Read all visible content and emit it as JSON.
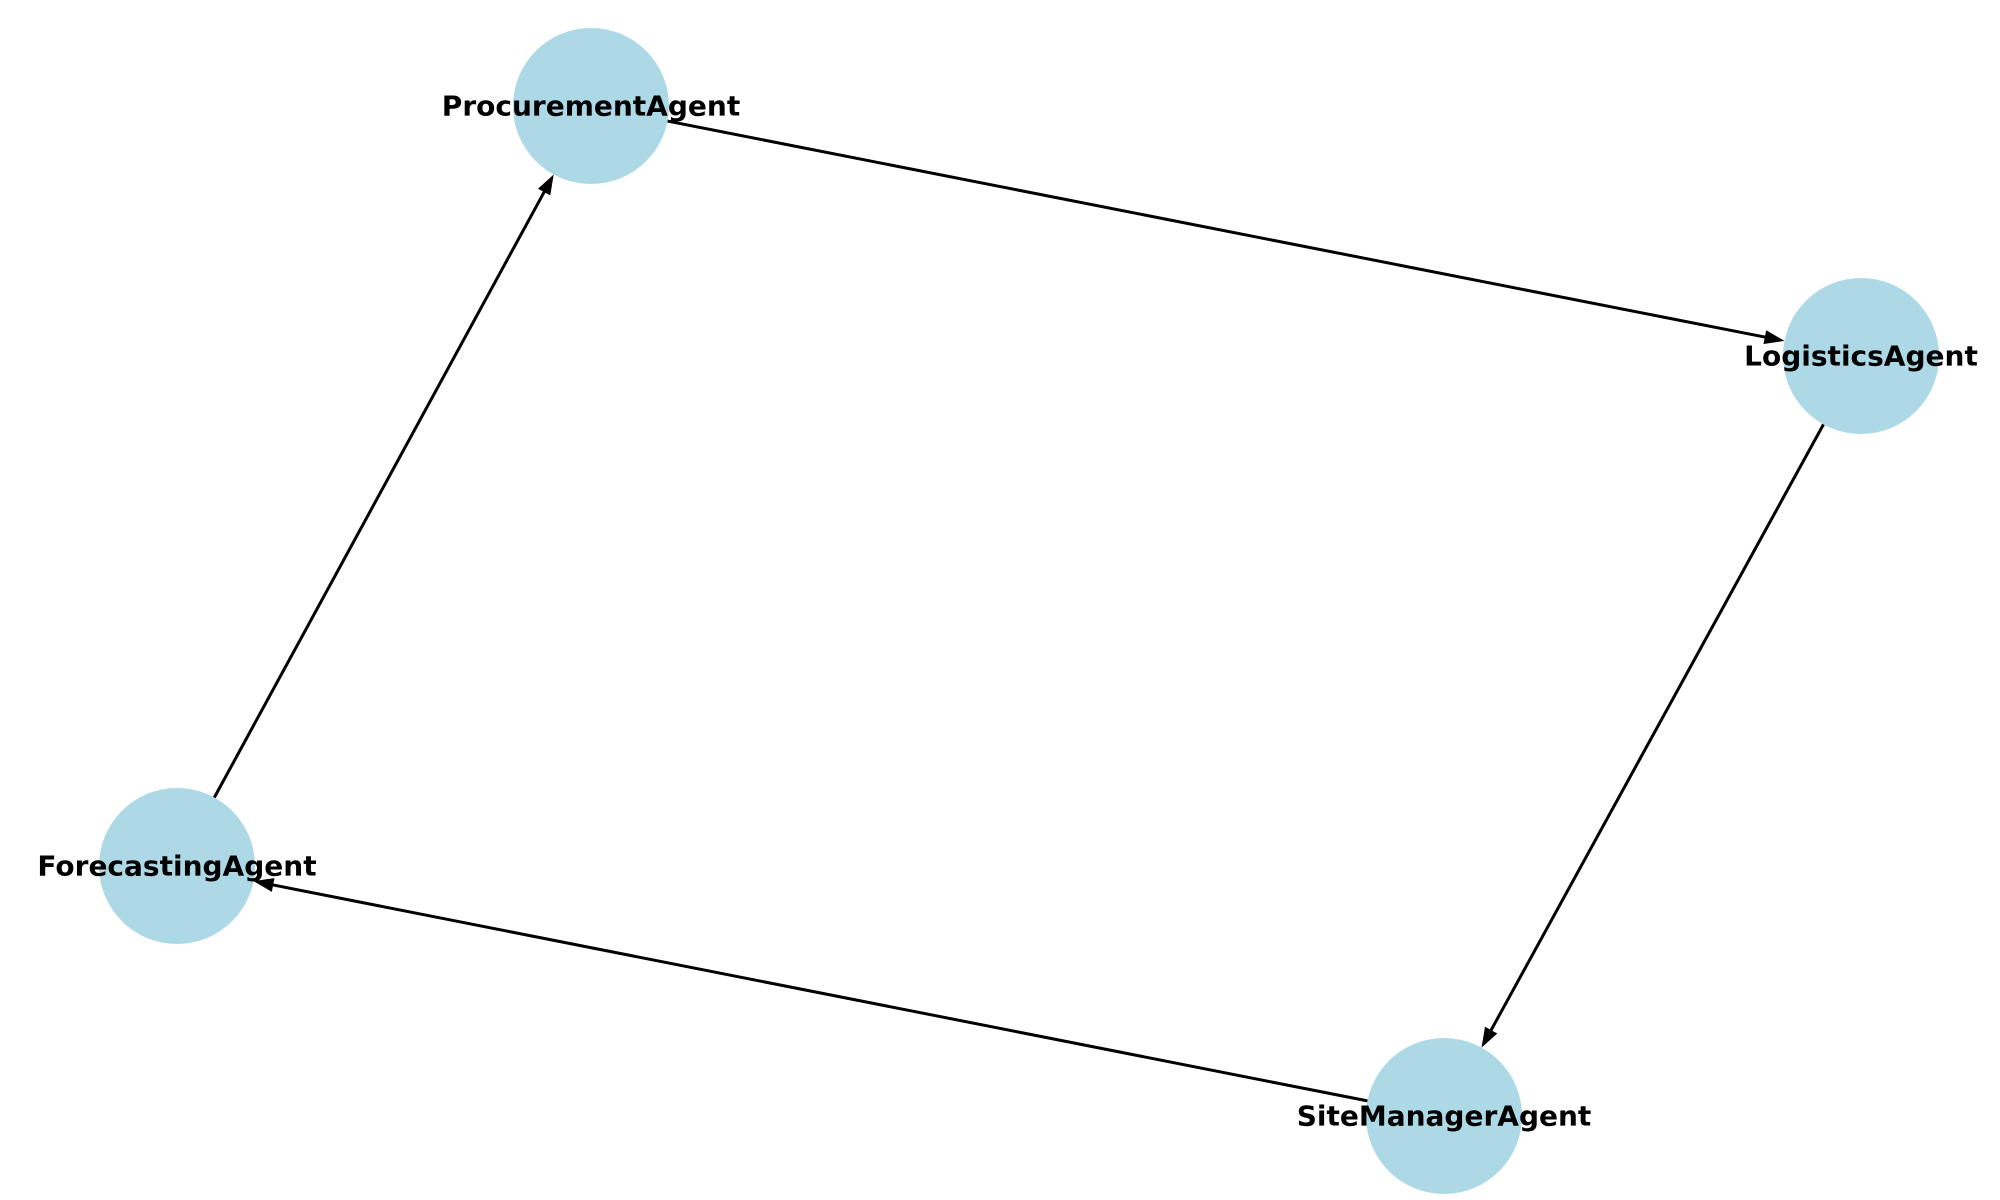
{
  "diagram": {
    "type": "directed-graph",
    "node_color": "#add8e6",
    "edge_color": "#000000",
    "nodes": [
      {
        "id": "procurement",
        "label": "ProcurementAgent"
      },
      {
        "id": "logistics",
        "label": "LogisticsAgent"
      },
      {
        "id": "sitemanager",
        "label": "SiteManagerAgent"
      },
      {
        "id": "forecasting",
        "label": "ForecastingAgent"
      }
    ],
    "edges": [
      {
        "from": "procurement",
        "to": "logistics"
      },
      {
        "from": "logistics",
        "to": "sitemanager"
      },
      {
        "from": "sitemanager",
        "to": "forecasting"
      },
      {
        "from": "forecasting",
        "to": "procurement"
      }
    ]
  }
}
